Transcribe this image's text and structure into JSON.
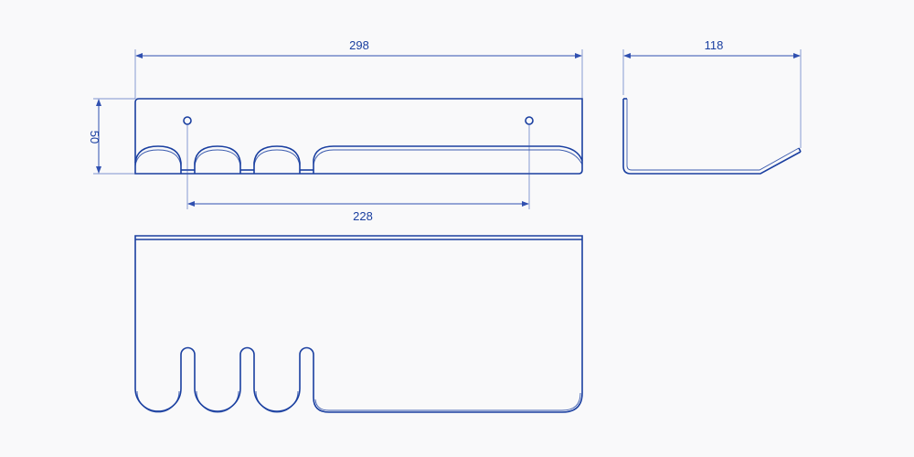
{
  "drawing": {
    "color": "#1a3fa0",
    "background": "#f9f9fa",
    "dimensions": {
      "overall_length": "298",
      "height": "50",
      "hole_spacing": "228",
      "depth": "118"
    },
    "views": [
      "front-view",
      "side-view",
      "top-view"
    ]
  }
}
